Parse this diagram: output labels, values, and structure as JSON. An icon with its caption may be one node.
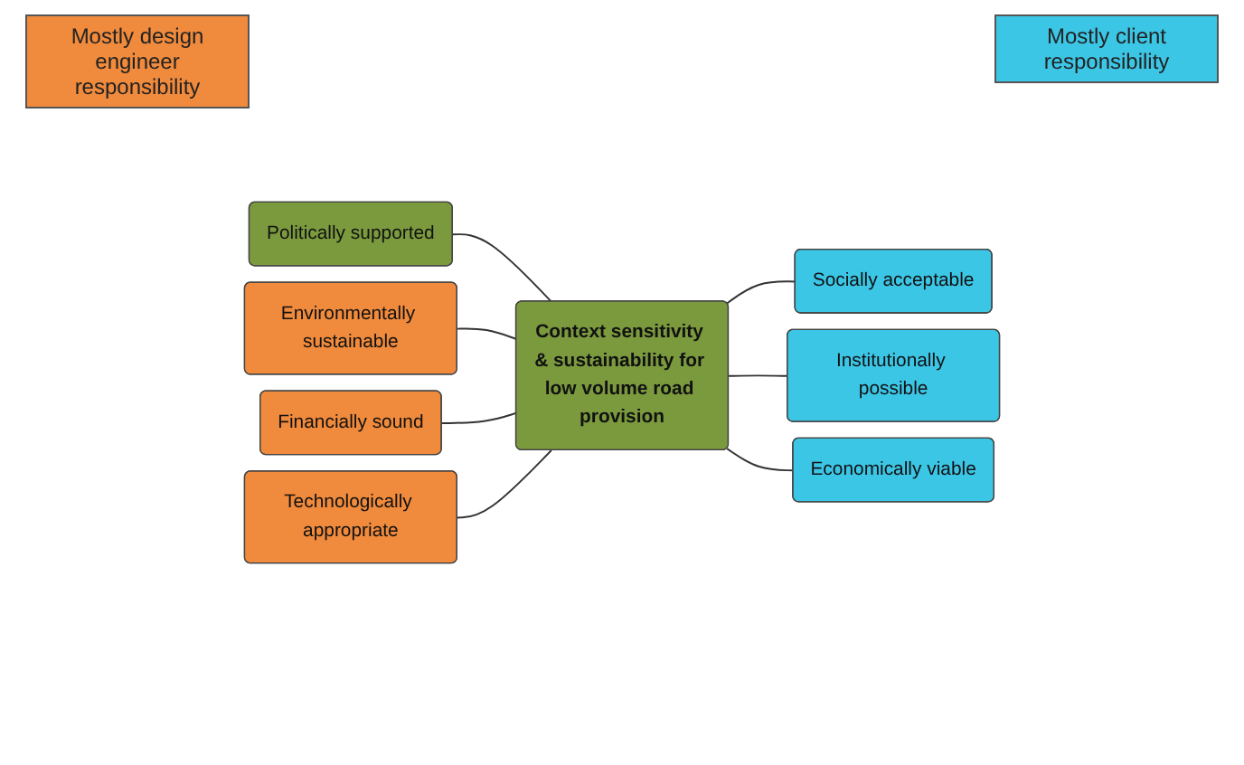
{
  "diagram": {
    "nodes": [
      {
        "text": [
          "Politically supported"
        ]
      },
      {
        "text": [
          "Environmentally sustainable"
        ]
      },
      {
        "text": [
          "Socially acceptable"
        ]
      },
      {
        "text": [
          "Context sensitivity & sustainability for low volume road provision"
        ]
      },
      {
        "text": [
          "Financially sound"
        ]
      },
      {
        "text": [
          "Institutionally possible"
        ]
      },
      {
        "text": [
          "Technologically appropriate"
        ]
      },
      {
        "text": [
          "Economically viable"
        ]
      }
    ],
    "edges": [
      {
        "from": 3,
        "to": 0,
        "arrow": "none"
      },
      {
        "from": 3,
        "to": 1,
        "arrow": "none"
      },
      {
        "from": 3,
        "to": 2,
        "arrow": "none"
      },
      {
        "from": 3,
        "to": 4,
        "arrow": "none"
      },
      {
        "from": 3,
        "to": 5,
        "arrow": "none"
      },
      {
        "from": 3,
        "to": 6,
        "arrow": "none"
      },
      {
        "from": 3,
        "to": 7,
        "arrow": "none"
      }
    ],
    "legend": [
      {
        "text": "Mostly design engineer responsibility",
        "color": "#f08a3c"
      },
      {
        "text": "Mostly client responsibility",
        "color": "#3cc6e6"
      }
    ]
  }
}
